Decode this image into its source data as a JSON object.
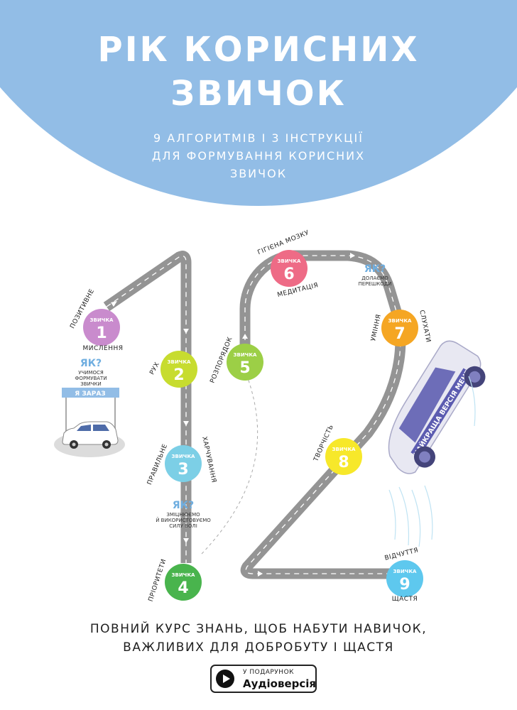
{
  "header": {
    "title_line1": "РІК КОРИСНИХ",
    "title_line2": "ЗВИЧОК",
    "subtitle_line1": "9 АЛГОРИТМІВ І 3 ІНСТРУКЦІЇ",
    "subtitle_line2": "ДЛЯ ФОРМУВАННЯ КОРИСНИХ",
    "subtitle_line3": "ЗВИЧОК"
  },
  "habit_word": "ЗВИЧКА",
  "habits": [
    {
      "number": "1",
      "color": "#c98bcd",
      "label_a": "ПОЗИТИВНЕ",
      "label_b": "МИСЛЕННЯ"
    },
    {
      "number": "2",
      "color": "#c7dc2f",
      "label_a": "РУХ"
    },
    {
      "number": "3",
      "color": "#7ccfe6",
      "label_a": "ПРАВИЛЬНЕ",
      "label_b": "ХАРЧУВАННЯ"
    },
    {
      "number": "4",
      "color": "#49b44d",
      "label_a": "ПРІОРИТЕТИ"
    },
    {
      "number": "5",
      "color": "#9ccf46",
      "label_a": "РОЗПОРЯДОК"
    },
    {
      "number": "6",
      "color": "#ee6b86",
      "label_a": "ГІГІЄНА МОЗКУ",
      "label_b": "МЕДИТАЦІЯ"
    },
    {
      "number": "7",
      "color": "#f5a623",
      "label_a": "УМІННЯ",
      "label_b": "СЛУХАТИ"
    },
    {
      "number": "8",
      "color": "#f7e82a",
      "label_a": "ТВОРЧІСТЬ"
    },
    {
      "number": "9",
      "color": "#5ec8ee",
      "label_a": "ВІДЧУТТЯ",
      "label_b": "ЩАСТЯ"
    }
  ],
  "how_to": [
    {
      "q": "ЯК?",
      "line1": "УЧИМОСЯ",
      "line2": "ФОРМУВАТИ",
      "line3": "ЗВИЧКИ"
    },
    {
      "q": "ЯК?",
      "line1": "ЗМІЦНЮЄМО",
      "line2": "Й ВИКОРИСТОВУЄМО",
      "line3": "СИЛУ ВОЛІ"
    },
    {
      "q": "ЯК?",
      "line1": "ДОЛАЄМО",
      "line2": "ПЕРЕШКОДИ"
    }
  ],
  "start_sign": "Я ЗАРАЗ",
  "car_banner": "НАЙКРАЩА ВЕРСІЯ МЕНЕ",
  "footer": {
    "line1": "ПОВНИЙ КУРС ЗНАНЬ, ЩОБ НАБУТИ НАВИЧОК,",
    "line2": "ВАЖЛИВИХ ДЛЯ ДОБРОБУТУ І ЩАСТЯ"
  },
  "audio": {
    "small": "У ПОДАРУНОК",
    "big": "Аудіоверсія"
  },
  "colors": {
    "header_circle": "#92bde6",
    "road": "#949494",
    "road_dash": "#ffffff",
    "question": "#6faee0"
  }
}
